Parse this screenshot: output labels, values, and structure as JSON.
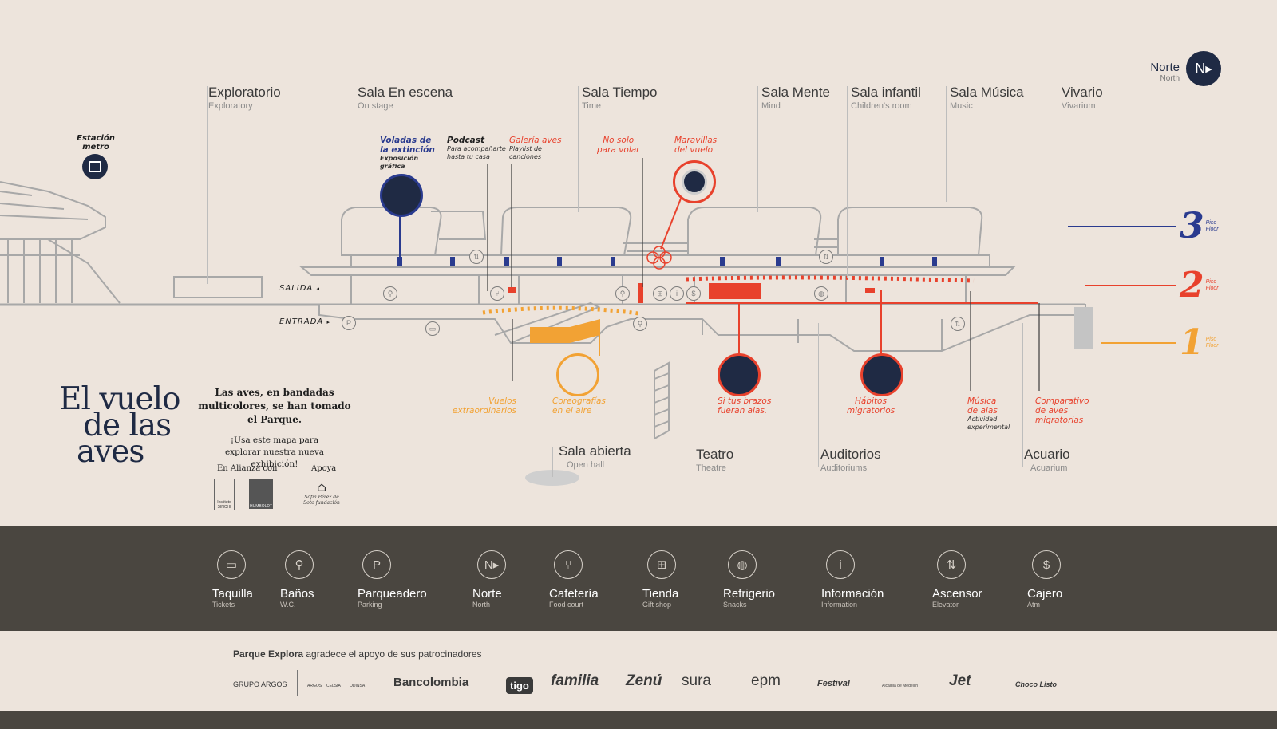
{
  "north": {
    "label": "Norte",
    "sub": "North",
    "badge": "N"
  },
  "metro": {
    "label_line1": "Estación",
    "label_line2": "metro"
  },
  "salas": [
    {
      "es": "Exploratorio",
      "en": "Exploratory"
    },
    {
      "es": "Sala En escena",
      "en": "On stage"
    },
    {
      "es": "Sala Tiempo",
      "en": "Time"
    },
    {
      "es": "Sala Mente",
      "en": "Mind"
    },
    {
      "es": "Sala infantil",
      "en": "Children's room"
    },
    {
      "es": "Sala Música",
      "en": "Music"
    },
    {
      "es": "Vivario",
      "en": "Vivarium"
    },
    {
      "es": "Sala abierta",
      "en": "Open hall"
    },
    {
      "es": "Teatro",
      "en": "Theatre"
    },
    {
      "es": "Auditorios",
      "en": "Auditoriums"
    },
    {
      "es": "Acuario",
      "en": "Acuarium"
    }
  ],
  "annotations": {
    "voladas": {
      "l1": "Voladas de",
      "l2": "la extinción",
      "s1": "Exposición",
      "s2": "gráfica"
    },
    "podcast": {
      "l1": "Podcast",
      "s1": "Para acompañarte",
      "s2": "hasta tu casa"
    },
    "galeria": {
      "l1": "Galería aves",
      "s1": "Playlist de",
      "s2": "canciones"
    },
    "nosolo": {
      "l1": "No solo",
      "l2": "para volar"
    },
    "maravillas": {
      "l1": "Maravillas",
      "l2": "del vuelo"
    },
    "vuelos": {
      "l1": "Vuelos",
      "l2": "extraordinarios"
    },
    "coreografias": {
      "l1": "Coreografías",
      "l2": "en el aire"
    },
    "brazos": {
      "l1": "Si tus brazos",
      "l2": "fueran alas."
    },
    "habitos": {
      "l1": "Hábitos",
      "l2": "migratorios"
    },
    "musica": {
      "l1": "Música",
      "l2": "de alas",
      "s1": "Actividad",
      "s2": "experimental"
    },
    "comparativo": {
      "l1": "Comparativo",
      "l2": "de aves",
      "l3": "migratorias"
    }
  },
  "entrances": {
    "salida": "SALIDA",
    "entrada": "ENTRADA"
  },
  "floors": [
    {
      "num": "3",
      "l1": "Piso",
      "l2": "Floor",
      "color": "#2a3b8f"
    },
    {
      "num": "2",
      "l1": "Piso",
      "l2": "Floor",
      "color": "#e8412c"
    },
    {
      "num": "1",
      "l1": "Piso",
      "l2": "Floor",
      "color": "#f2a234"
    }
  ],
  "title": {
    "line1": "El vuelo",
    "line2": "de las",
    "line3": "aves"
  },
  "intro": {
    "p1": "Las aves, en bandadas multicolores, se han tomado el Parque.",
    "p2": "¡Usa este mapa para explorar nuestra nueva exhibición!"
  },
  "partners": {
    "alianza": "En Alianza con",
    "apoya": "Apoya",
    "sinchi": "Instituto SINCHI",
    "humboldt": "HUMBOLDT",
    "sofia": "Sofía Pérez de Soto fundación"
  },
  "legend": [
    {
      "icon": "ticket-icon",
      "glyph": "▭",
      "es": "Taquilla",
      "en": "Tickets"
    },
    {
      "icon": "restroom-icon",
      "glyph": "⚲",
      "es": "Baños",
      "en": "W.C."
    },
    {
      "icon": "parking-icon",
      "glyph": "P",
      "es": "Parqueadero",
      "en": "Parking"
    },
    {
      "icon": "north-icon",
      "glyph": "N▸",
      "es": "Norte",
      "en": "North"
    },
    {
      "icon": "cafeteria-icon",
      "glyph": "⑂",
      "es": "Cafetería",
      "en": "Food court"
    },
    {
      "icon": "gift-icon",
      "glyph": "⊞",
      "es": "Tienda",
      "en": "Gift shop"
    },
    {
      "icon": "snack-icon",
      "glyph": "◍",
      "es": "Refrigerio",
      "en": "Snacks"
    },
    {
      "icon": "info-icon",
      "glyph": "i",
      "es": "Información",
      "en": "Information"
    },
    {
      "icon": "elevator-icon",
      "glyph": "⇅",
      "es": "Ascensor",
      "en": "Elevator"
    },
    {
      "icon": "atm-icon",
      "glyph": "$",
      "es": "Cajero",
      "en": "Atm"
    }
  ],
  "sponsors_intro": {
    "bold": "Parque Explora",
    "rest": " agradece el apoyo de sus patrocinadores"
  },
  "sponsors": [
    "GRUPO ARGOS",
    "ARGOS",
    "CELSIA",
    "ODINSA",
    "Bancolombia",
    "tigo",
    "familia",
    "Zenú",
    "sura",
    "epm",
    "Festival",
    "Alcaldía de Medellín",
    "Jet",
    "Choco Listo"
  ],
  "colors": {
    "blue": "#2a3b8f",
    "red": "#e8412c",
    "orange": "#f2a234",
    "dark": "#4a4640",
    "bg": "#ede4dc"
  }
}
